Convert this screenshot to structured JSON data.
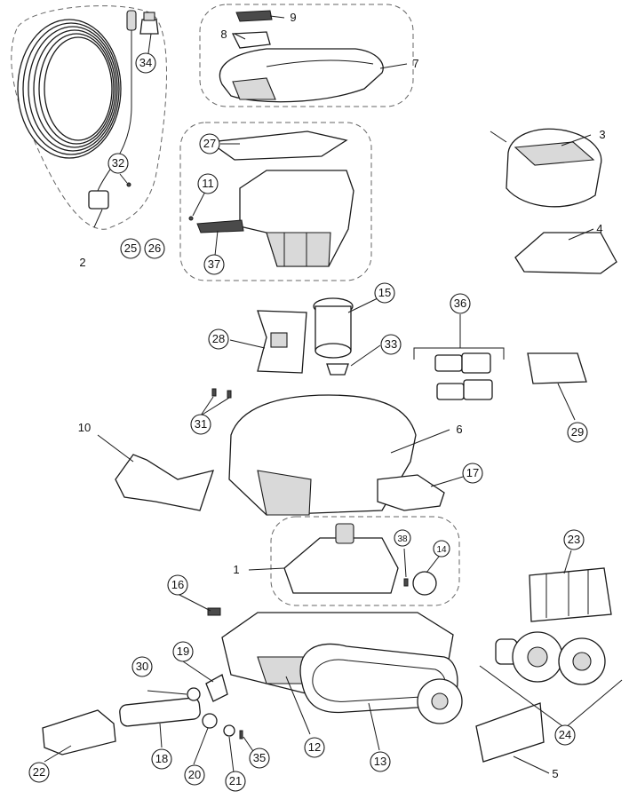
{
  "diagram": {
    "callouts": [
      {
        "id": "p1",
        "label": "1"
      },
      {
        "id": "p2",
        "label": "2"
      },
      {
        "id": "p3",
        "label": "3"
      },
      {
        "id": "p4",
        "label": "4"
      },
      {
        "id": "p5",
        "label": "5"
      },
      {
        "id": "p6",
        "label": "6"
      },
      {
        "id": "p7",
        "label": "7"
      },
      {
        "id": "p8",
        "label": "8"
      },
      {
        "id": "p9",
        "label": "9"
      },
      {
        "id": "p10",
        "label": "10"
      },
      {
        "id": "p11",
        "label": "11"
      },
      {
        "id": "p12",
        "label": "12"
      },
      {
        "id": "p13",
        "label": "13"
      },
      {
        "id": "p14",
        "label": "14"
      },
      {
        "id": "p15",
        "label": "15"
      },
      {
        "id": "p16",
        "label": "16"
      },
      {
        "id": "p17",
        "label": "17"
      },
      {
        "id": "p18",
        "label": "18"
      },
      {
        "id": "p19",
        "label": "19"
      },
      {
        "id": "p20",
        "label": "20"
      },
      {
        "id": "p21",
        "label": "21"
      },
      {
        "id": "p22",
        "label": "22"
      },
      {
        "id": "p23",
        "label": "23"
      },
      {
        "id": "p24",
        "label": "24"
      },
      {
        "id": "p25",
        "label": "25"
      },
      {
        "id": "p26",
        "label": "26"
      },
      {
        "id": "p27",
        "label": "27"
      },
      {
        "id": "p28",
        "label": "28"
      },
      {
        "id": "p29",
        "label": "29"
      },
      {
        "id": "p30",
        "label": "30"
      },
      {
        "id": "p31",
        "label": "31"
      },
      {
        "id": "p32",
        "label": "32"
      },
      {
        "id": "p33",
        "label": "33"
      },
      {
        "id": "p34",
        "label": "34"
      },
      {
        "id": "p35",
        "label": "35"
      },
      {
        "id": "p36",
        "label": "36"
      },
      {
        "id": "p37",
        "label": "37"
      },
      {
        "id": "p38",
        "label": "38"
      }
    ],
    "colors": {
      "line": "#1a1a1a",
      "group_border": "#666666",
      "fill": "#ffffff"
    }
  }
}
